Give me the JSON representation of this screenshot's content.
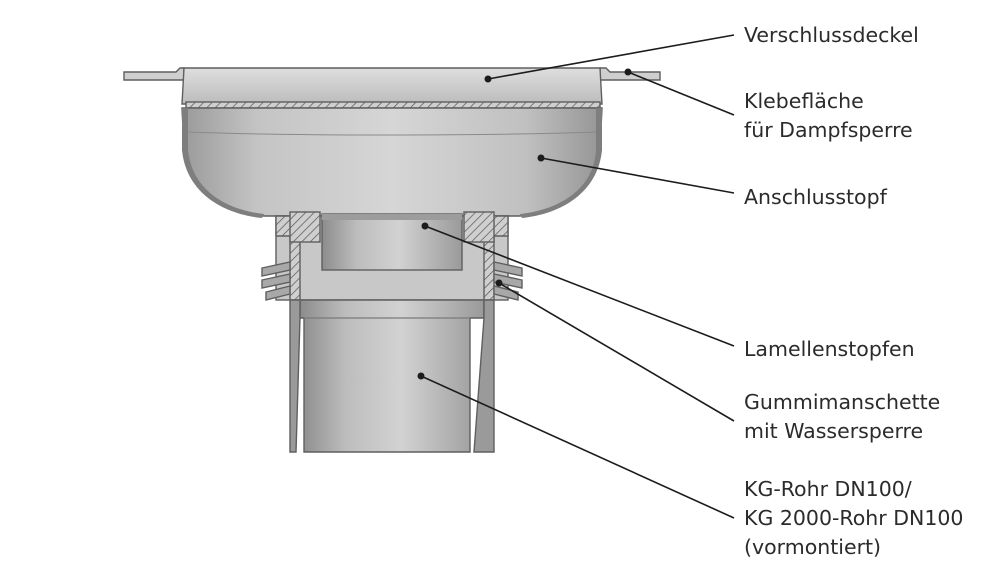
{
  "labels": {
    "cover": "Verschlussdeckel",
    "adhesive_line1": "Klebefläche",
    "adhesive_line2": "für Dampfsperre",
    "pot": "Anschlusstopf",
    "plug": "Lamellenstopfen",
    "rubber_line1": "Gummimanschette",
    "rubber_line2": "mit Wassersperre",
    "pipe_line1": "KG-Rohr DN100/",
    "pipe_line2": "KG 2000-Rohr DN100",
    "pipe_line3": "(vormontiert)"
  },
  "colors": {
    "metal_light": "#d9d9d9",
    "metal_mid": "#b8b8b8",
    "metal_dark": "#8e8e8e",
    "outline": "#5f5f5f",
    "leader": "#1c1c1c",
    "text": "#2b2b2b"
  }
}
